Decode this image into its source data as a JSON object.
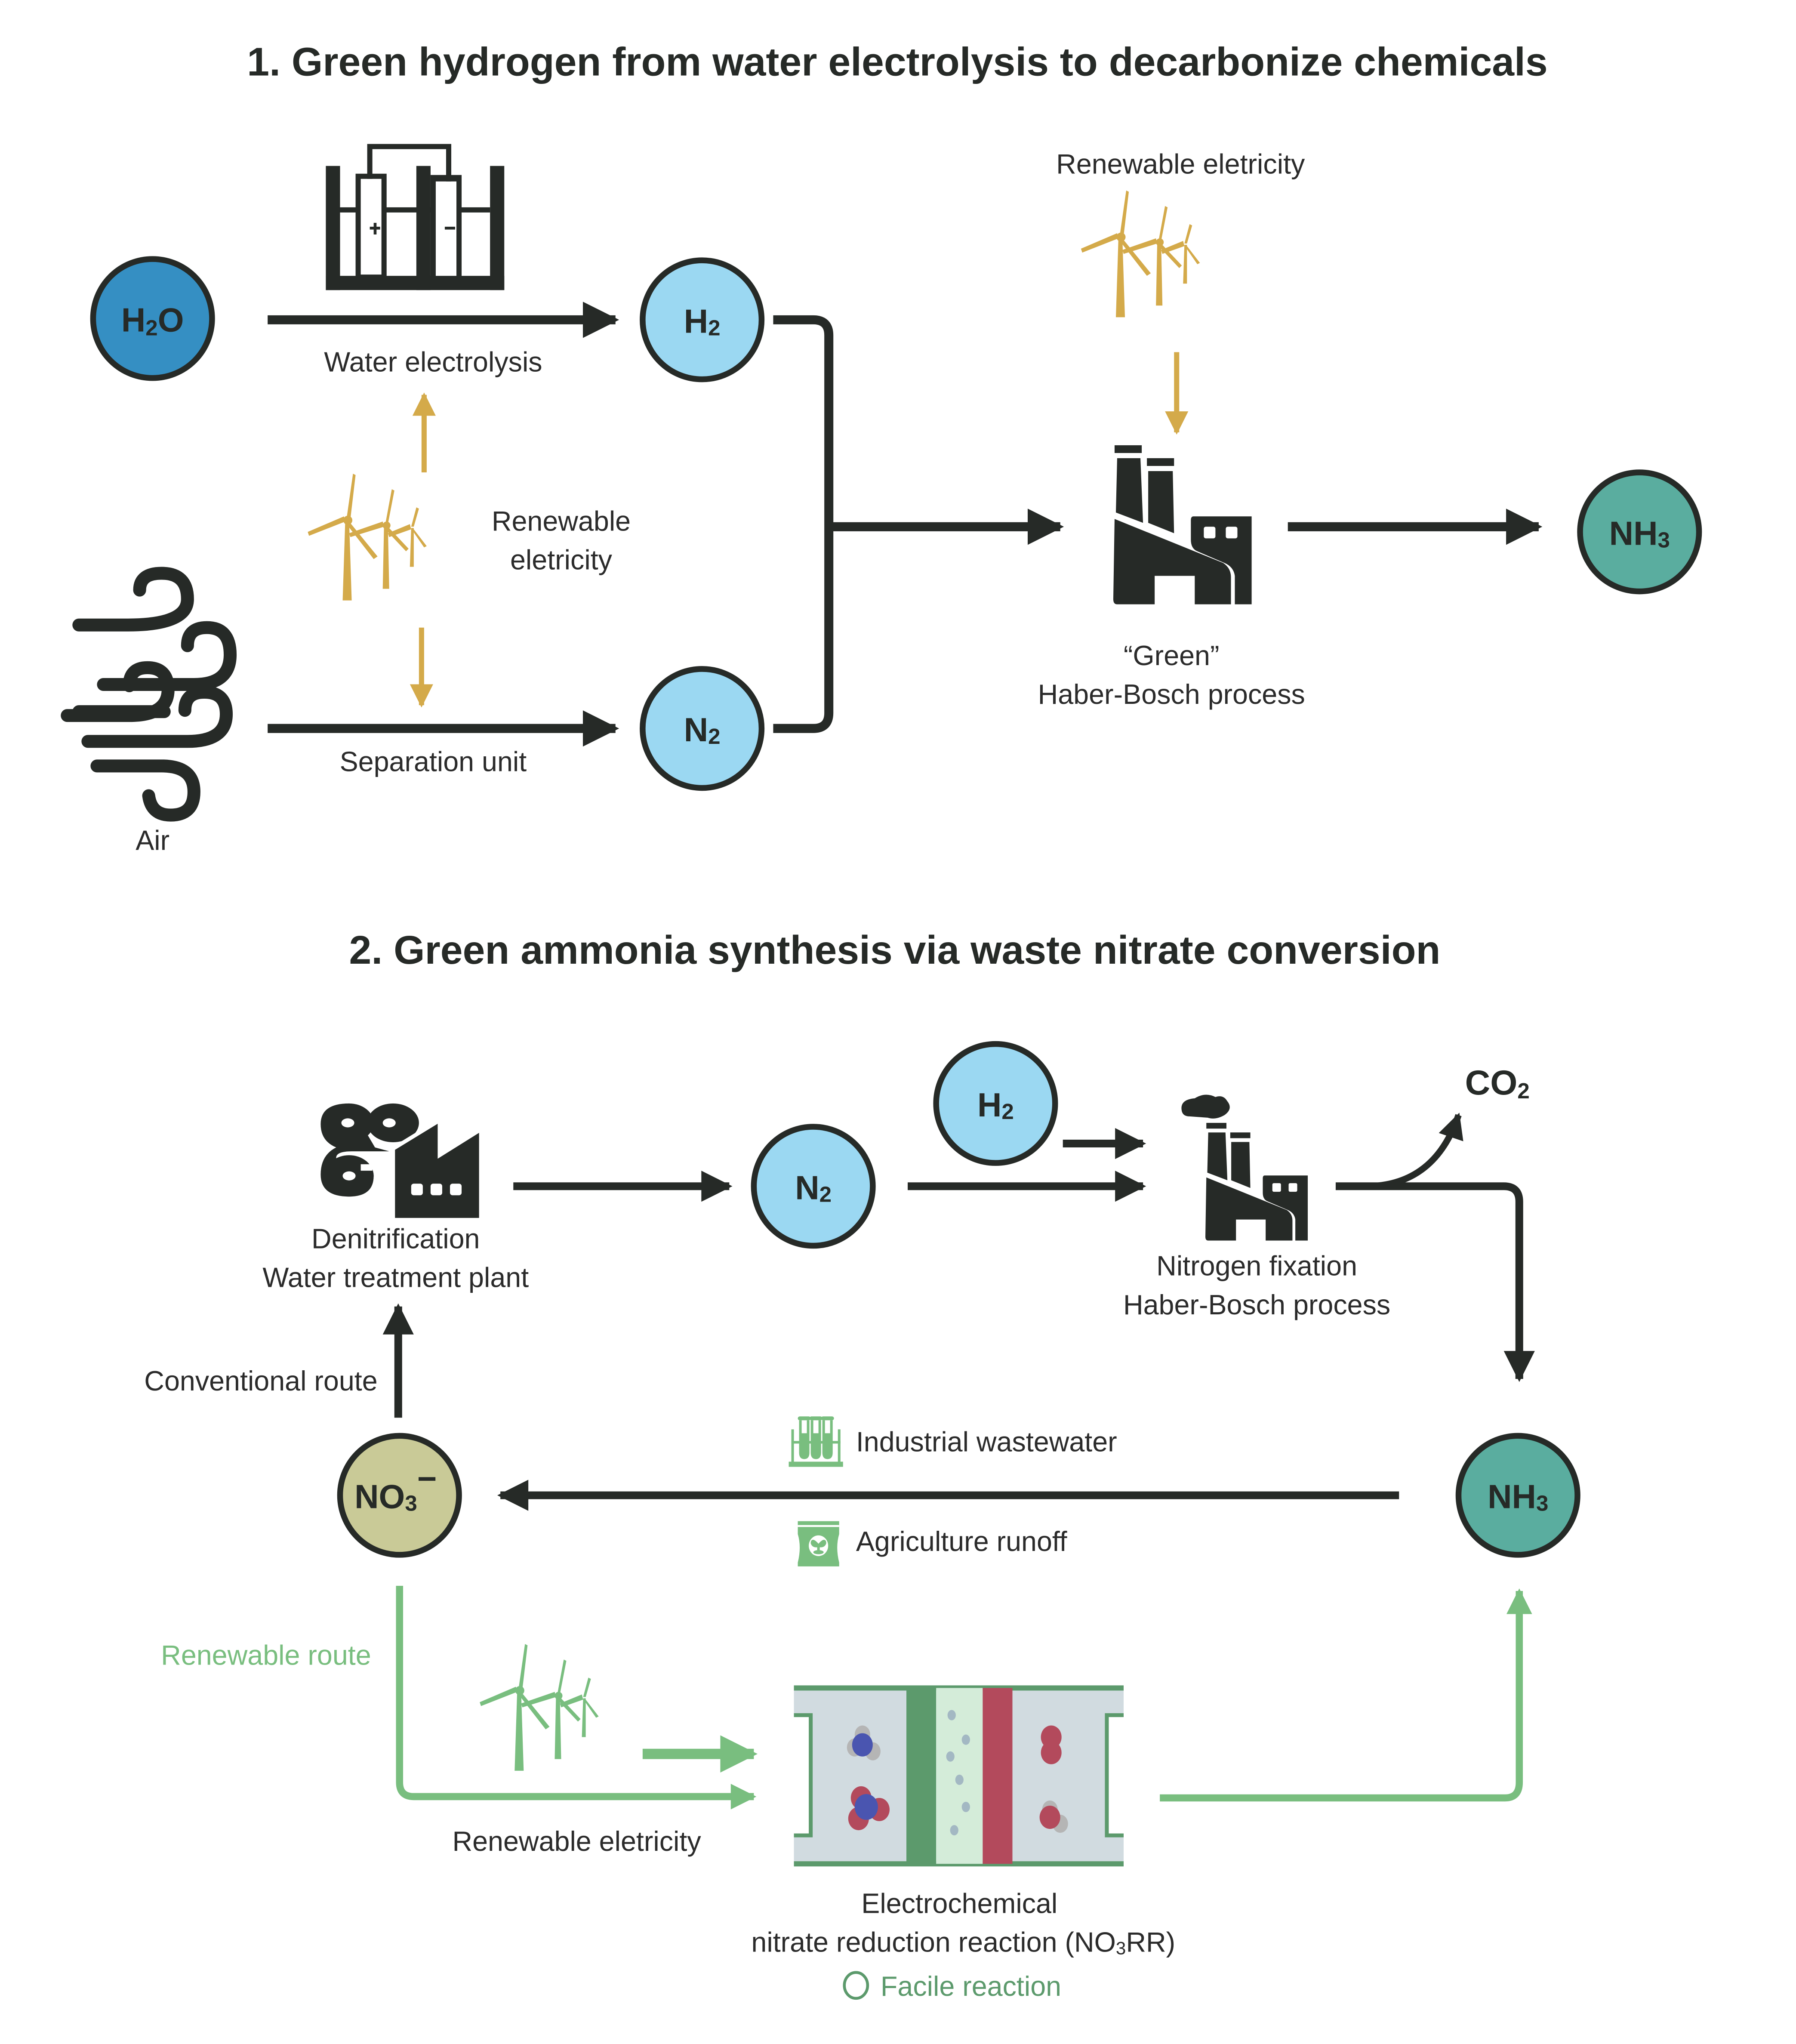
{
  "section1": {
    "title": "1. Green hydrogen from water electrolysis to decarbonize chemicals",
    "nodes": {
      "h2o": {
        "main": "H",
        "sub": "2",
        "tail": "O",
        "color": "#358fc3"
      },
      "h2": {
        "main": "H",
        "sub": "2",
        "color": "#9bd8f2"
      },
      "n2": {
        "main": "N",
        "sub": "2",
        "color": "#9bd8f2"
      },
      "nh3": {
        "main": "NH",
        "sub": "3",
        "color": "#5aad9f"
      }
    },
    "labels": {
      "water_electrolysis": "Water electrolysis",
      "renewable_left_line1": "Renewable",
      "renewable_left_line2": "eletricity",
      "separation_unit": "Separation unit",
      "air": "Air",
      "renewable_top": "Renewable eletricity",
      "green_hb_line1": "“Green”",
      "green_hb_line2": "Haber-Bosch process"
    },
    "icons": [
      "electrolyzer-icon",
      "wind-solar-icon",
      "wind-icon",
      "factory-icon"
    ]
  },
  "section2": {
    "title": "2. Green ammonia synthesis via waste nitrate conversion",
    "nodes": {
      "n2": {
        "main": "N",
        "sub": "2",
        "color": "#9bd8f2"
      },
      "h2": {
        "main": "H",
        "sub": "2",
        "color": "#9bd8f2"
      },
      "no3": {
        "main": "NO",
        "sub": "3",
        "sup": "−",
        "color": "#c9ca97"
      },
      "nh3": {
        "main": "NH",
        "sub": "3",
        "color": "#5aad9f"
      }
    },
    "labels": {
      "denitrification_line1": "Denitrification",
      "denitrification_line2": "Water treatment plant",
      "nitrogen_fixation_line1": "Nitrogen fixation",
      "nitrogen_fixation_line2": "Haber-Bosch process",
      "co2_main": "CO",
      "co2_sub": "2",
      "conventional_route": "Conventional route",
      "industrial_wastewater": "Industrial wastewater",
      "agriculture_runoff": "Agriculture runoff",
      "renewable_route": "Renewable route",
      "renewable_electricity": "Renewable eletricity",
      "ec_line1": "Electrochemical",
      "ec_line2_pre": "nitrate reduction reaction (NO",
      "ec_line2_sub": "3",
      "ec_line2_post": "RR)",
      "facile_reaction": "Facile reaction"
    },
    "colors": {
      "dark": "#262a27",
      "renewable_green": "#79be7f",
      "cell_green": "#5c9a6c",
      "cell_red": "#b34a5c",
      "cell_bg": "#d1dbe0",
      "membrane": "#d4ecd9",
      "nitrogen_atom": "#4a55b0",
      "oxygen_atom": "#b34a5c",
      "hydrogen_atom": "#b5b5b5"
    }
  }
}
